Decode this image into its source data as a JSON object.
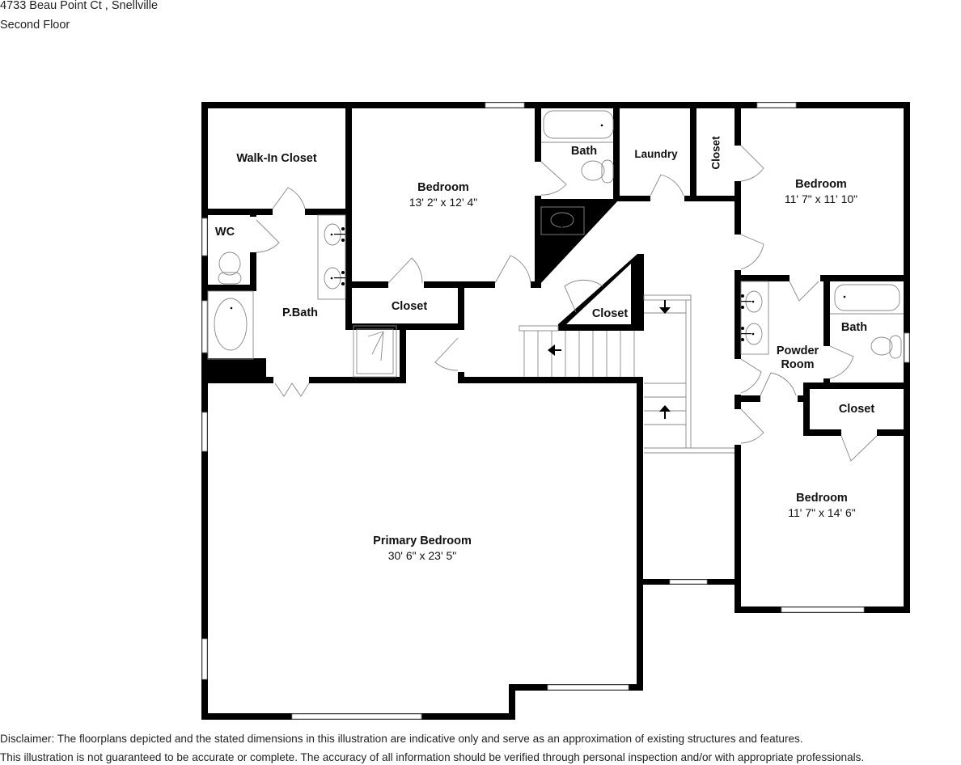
{
  "header": {
    "address": "4733 Beau Point Ct , Snellville",
    "floor": "Second Floor"
  },
  "rooms": {
    "walk_in_closet": {
      "name": "Walk-In Closet"
    },
    "bedroom_2": {
      "name": "Bedroom",
      "dims": "13' 2\" x 12' 4\""
    },
    "bath_upper": {
      "name": "Bath"
    },
    "laundry": {
      "name": "Laundry"
    },
    "closet_vertical": {
      "name": "Closet"
    },
    "bedroom_3": {
      "name": "Bedroom",
      "dims": "11' 7\" x 11' 10\""
    },
    "wc": {
      "name": "WC"
    },
    "p_bath": {
      "name": "P.Bath"
    },
    "closet_hall": {
      "name": "Closet"
    },
    "closet_triangle": {
      "name": "Closet"
    },
    "powder_room": {
      "name": "Powder Room",
      "line1": "Powder",
      "line2": "Room"
    },
    "bath_right": {
      "name": "Bath"
    },
    "closet_right": {
      "name": "Closet"
    },
    "bedroom_4": {
      "name": "Bedroom",
      "dims": "11' 7\" x 14' 6\""
    },
    "primary_bedroom": {
      "name": "Primary Bedroom",
      "dims": "30' 6\" x 23' 5\""
    }
  },
  "stairs": {
    "arrows": [
      "arrow-down",
      "arrow-left",
      "arrow-up"
    ]
  },
  "disclaimer": {
    "line1": "Disclaimer: The floorplans depicted and the stated dimensions in this illustration are indicative only and serve as an approximation of existing structures and features.",
    "line2": "This illustration is not guaranteed to be accurate or complete. The accuracy of all information should be verified through personal inspection and/or with appropriate professionals."
  },
  "colors": {
    "wall": "#000000",
    "fixture_line": "#888888",
    "window": "#ffffff",
    "background": "#ffffff"
  }
}
